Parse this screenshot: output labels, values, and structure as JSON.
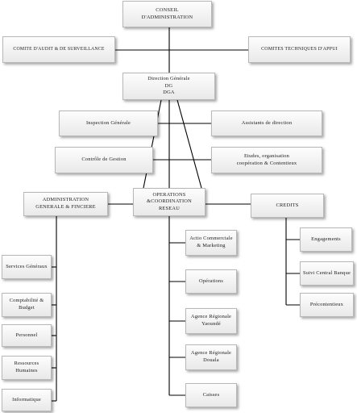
{
  "org_chart": {
    "boxes": {
      "conseil": [
        "CONSEIL",
        "D'ADMINISTRATION"
      ],
      "comite_audit": [
        "COMITE D'AUDIT & DE SURVEILLANCE"
      ],
      "comites_techniques": [
        "COMITES TECHNIQUES D'APPUI"
      ],
      "direction": [
        "Direction Générale",
        "DG",
        "DGA"
      ],
      "inspection": [
        "Inspection Générale"
      ],
      "assistants": [
        "Assistants de direction"
      ],
      "controle": [
        "Contrôle de Gestion"
      ],
      "etudes": [
        "Etudes, organisation",
        "coopération & Contentieux"
      ],
      "administration": [
        "ADMINISTRATION",
        "GENERALE & FINCIERE"
      ],
      "operations": [
        "OPERATIONS",
        "&COORDINATION",
        "RESEAU"
      ],
      "credits": [
        "CREDITS"
      ],
      "services_generaux": [
        "Services Généraux"
      ],
      "comptabilite": [
        "Comptabilité &",
        "Budget"
      ],
      "personnel": [
        "Personnel"
      ],
      "ressources_humaines": [
        "Ressources",
        "Humaines"
      ],
      "informatique": [
        "Informatique"
      ],
      "action_commerciale": [
        "Actio Commerciale",
        "& Marketing"
      ],
      "operations_sub": [
        "Opérations"
      ],
      "agence_yaounde": [
        "Agence Régionale",
        "Yaoundé"
      ],
      "agence_douala": [
        "Agence Régionale",
        "Douala"
      ],
      "caisses": [
        "Caisses"
      ],
      "engagements": [
        "Engagements"
      ],
      "suivi_banque": [
        "Suivi Central Banque"
      ],
      "precontentieux": [
        "Précontentieux"
      ]
    }
  }
}
